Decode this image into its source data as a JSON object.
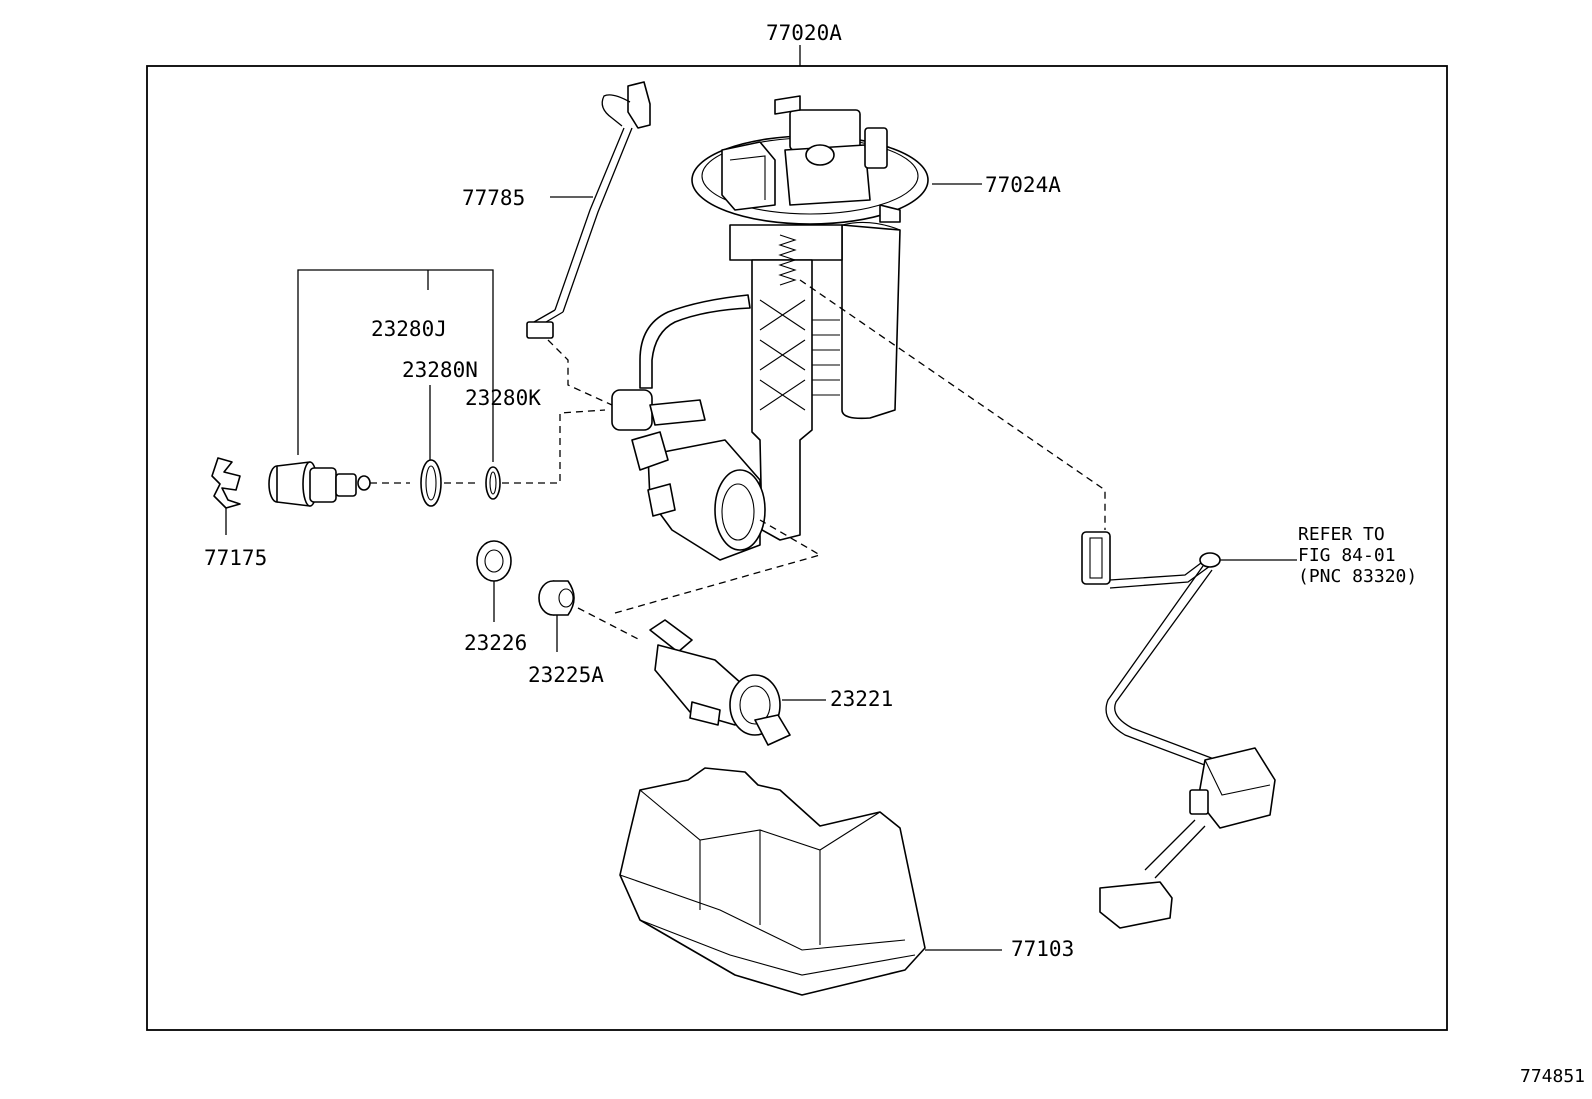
{
  "assembly": {
    "label": "77020A"
  },
  "parts": {
    "pump_bracket": "77024A",
    "wire": "77785",
    "regulator_group": "23280J",
    "oring_large": "23280N",
    "oring_small": "23280K",
    "clip": "77175",
    "washer": "23226",
    "cushion": "23225A",
    "fuel_pump": "23221",
    "sub_tank": "77103"
  },
  "reference": {
    "line1": "REFER TO",
    "line2": "FIG 84-01",
    "line3": "(PNC 83320)"
  },
  "figure_number": "774851"
}
